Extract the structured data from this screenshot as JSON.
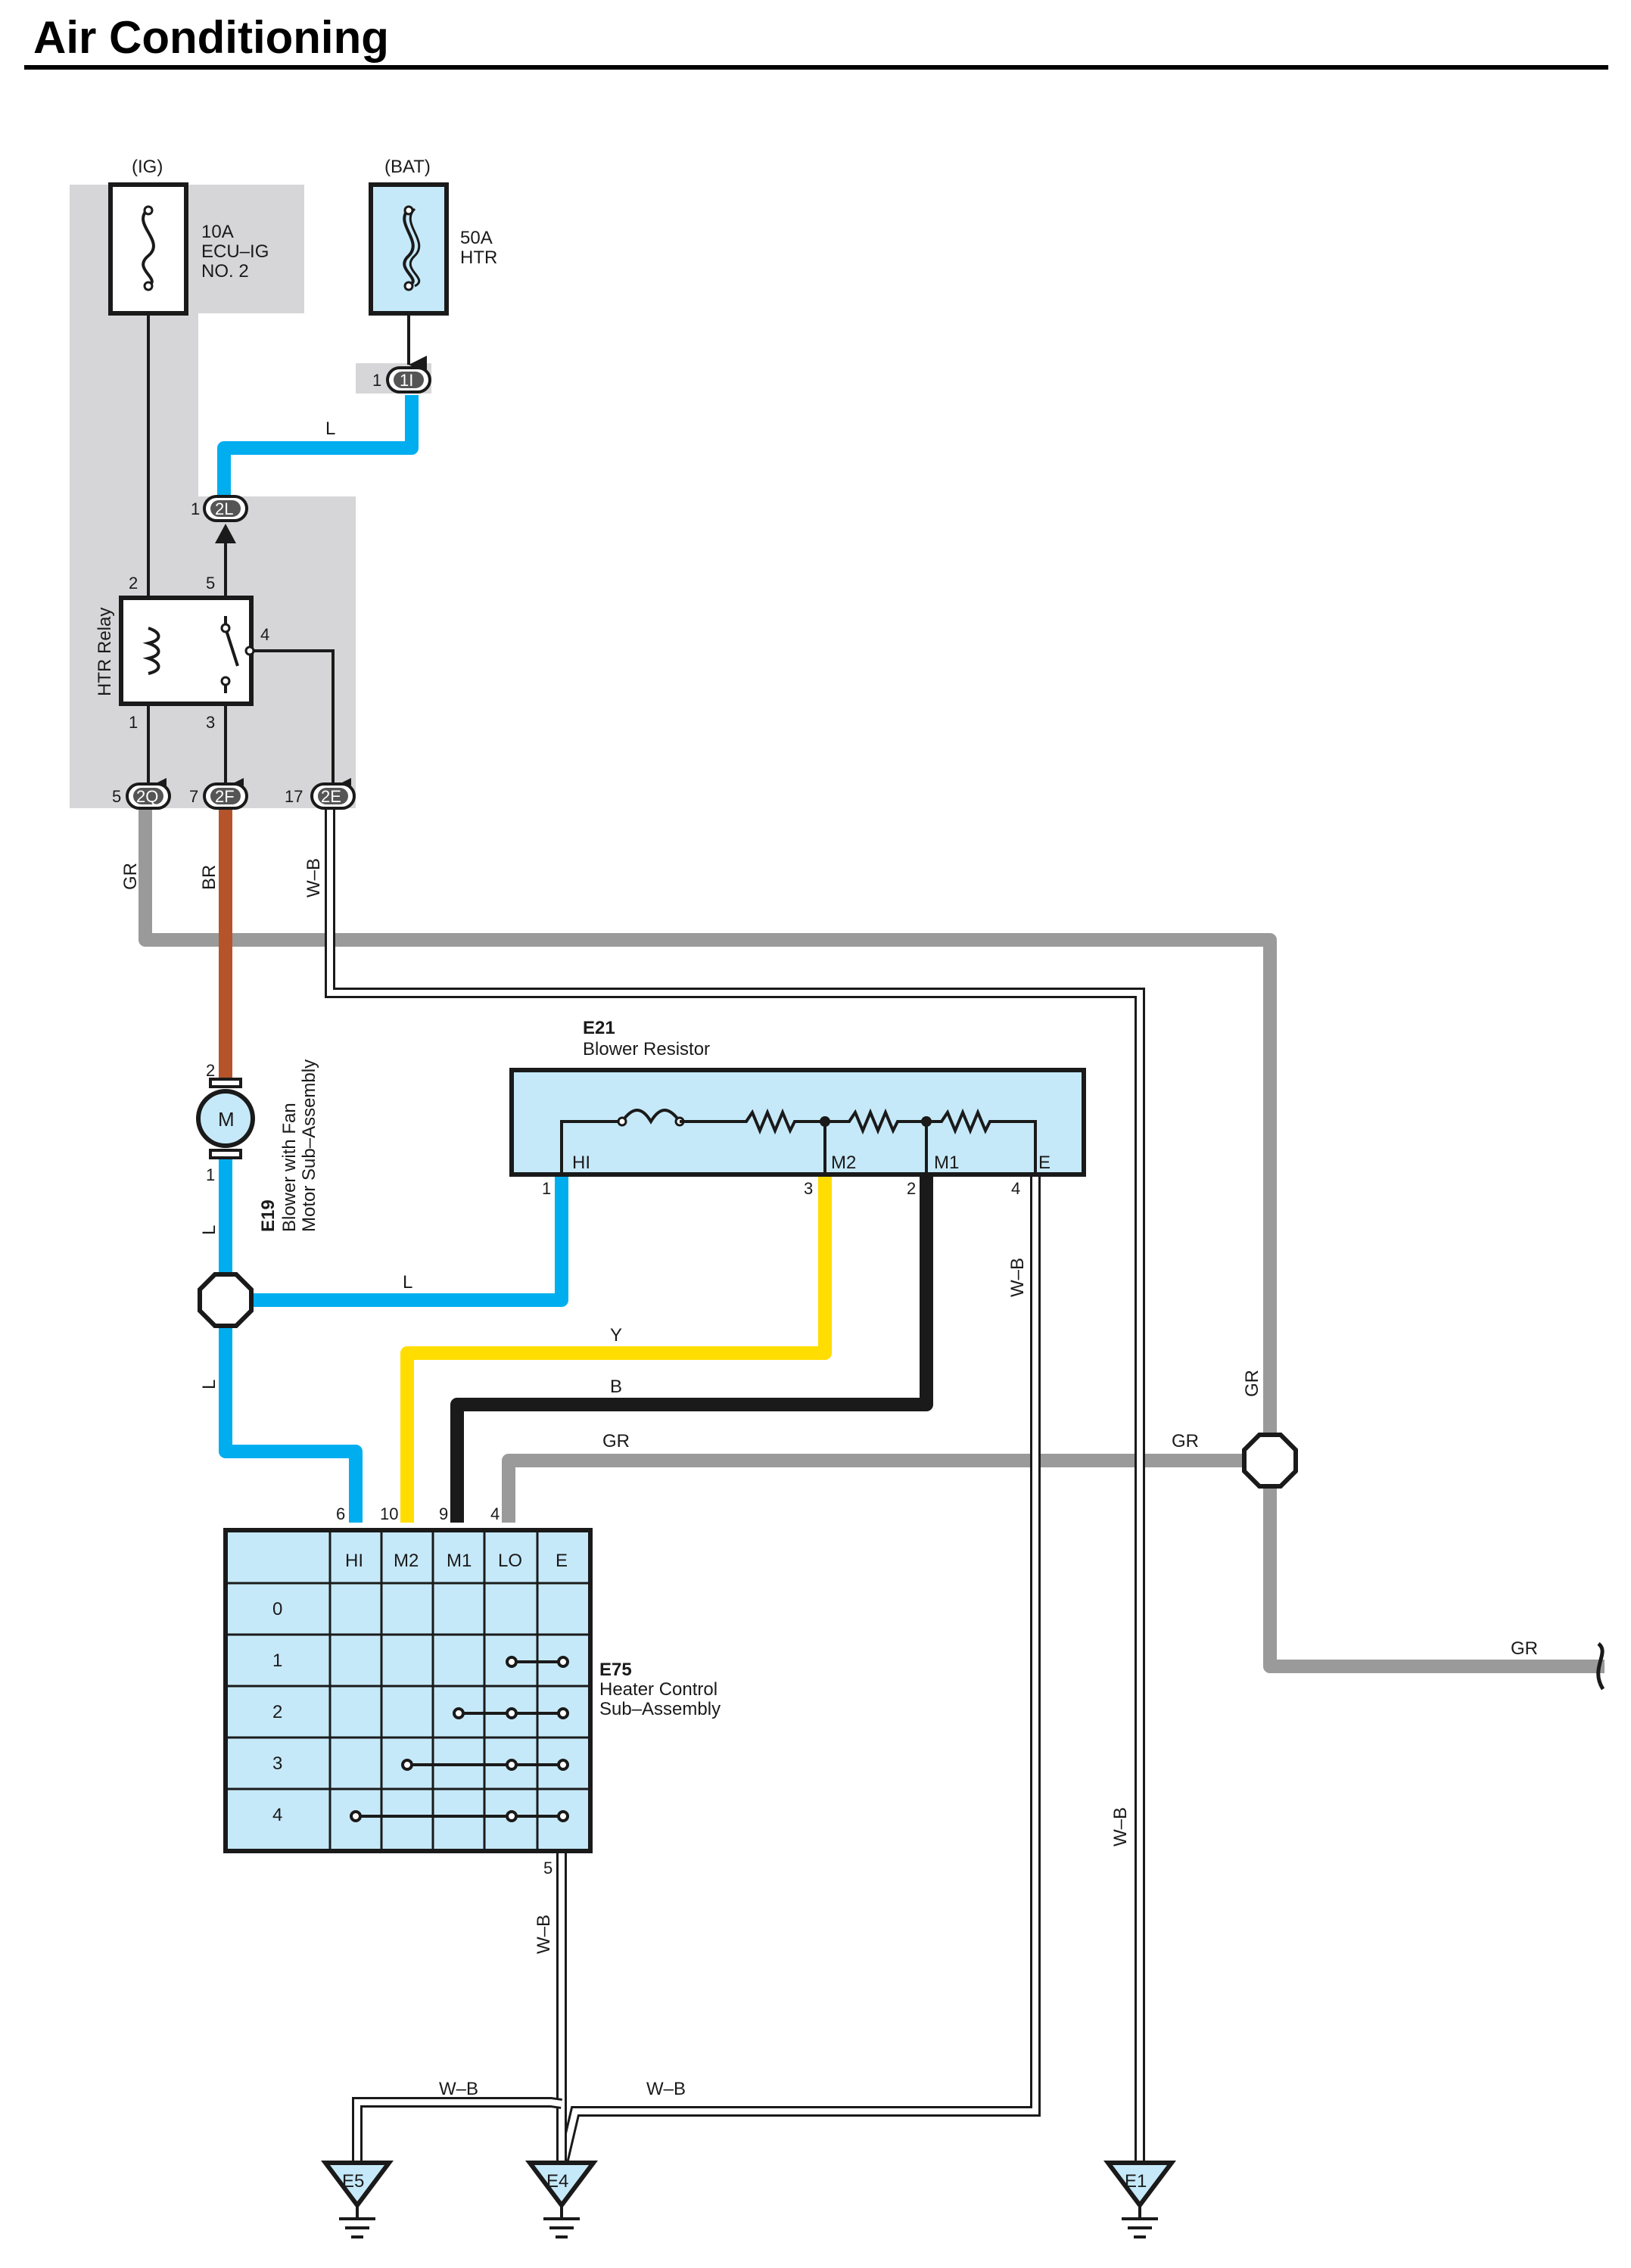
{
  "title": "Air Conditioning",
  "colors": {
    "L": "#00aeef",
    "BR": "#b5532a",
    "Y": "#ffdd00",
    "B": "#1a1a1a",
    "GR": "#9a9a9b",
    "W-B": "#ffffff",
    "shade": "#d6d6d8",
    "component_fill": "#c6e9f9"
  },
  "sources": {
    "ig": {
      "label": "(IG)",
      "fuse": [
        "10A",
        "ECU–IG",
        "NO. 2"
      ]
    },
    "bat": {
      "label": "(BAT)",
      "fuse": [
        "50A",
        "HTR"
      ]
    }
  },
  "connectors": {
    "c1I": {
      "pin": "1",
      "name": "1I"
    },
    "c2L": {
      "pin": "1",
      "name": "2L"
    },
    "c2Q": {
      "pin": "5",
      "name": "2Q"
    },
    "c2F": {
      "pin": "7",
      "name": "2F"
    },
    "c2E": {
      "pin": "17",
      "name": "2E"
    }
  },
  "relay": {
    "name": "HTR Relay",
    "pins": {
      "p1": "1",
      "p2": "2",
      "p3": "3",
      "p4": "4",
      "p5": "5"
    }
  },
  "blower_motor": {
    "id": "E19",
    "name_line1": "Blower with Fan",
    "name_line2": "Motor Sub–Assembly",
    "symbol": "M",
    "pin_top": "2",
    "pin_bottom": "1"
  },
  "blower_resistor": {
    "id": "E21",
    "name": "Blower Resistor",
    "terminals": [
      "HI",
      "M2",
      "M1",
      "E"
    ],
    "pins": [
      "1",
      "3",
      "2",
      "4"
    ]
  },
  "heater_control": {
    "id": "E75",
    "name_line1": "Heater Control",
    "name_line2": "Sub–Assembly",
    "columns": [
      "HI",
      "M2",
      "M1",
      "LO",
      "E"
    ],
    "rows": [
      "0",
      "1",
      "2",
      "3",
      "4"
    ],
    "pins_top": [
      "6",
      "10",
      "9",
      "4"
    ],
    "pin_bottom": "5"
  },
  "wire_labels": {
    "l_top": "L",
    "gr_2q": "GR",
    "br_2f": "BR",
    "wb_2e": "W–B",
    "l_motor_upper": "L",
    "l_motor_lower": "L",
    "l_hi": "L",
    "y": "Y",
    "b": "B",
    "gr_lo": "GR",
    "gr_right1": "GR",
    "gr_right_vert": "GR",
    "gr_exit": "GR",
    "wb_e21": "W–B",
    "wb_e1": "W–B",
    "wb_e75": "W–B",
    "wb_e5": "W–B",
    "wb_e4": "W–B"
  },
  "grounds": [
    "E5",
    "E4",
    "E1"
  ]
}
